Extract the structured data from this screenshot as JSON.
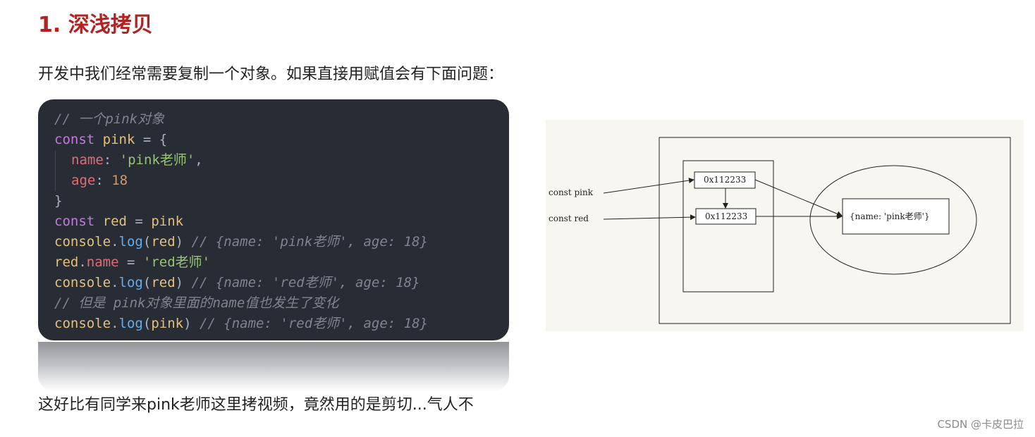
{
  "heading": "1. 深浅拷贝",
  "intro": "开发中我们经常需要复制一个对象。如果直接用赋值会有下面问题：",
  "outro": "这好比有同学来pink老师这里拷视频，竟然用的是剪切...气人不",
  "watermark": "CSDN @卡皮巴拉",
  "code": {
    "l1_comment": "// 一个pink对象",
    "l2_kw": "const",
    "l2_var": "pink",
    "l2_rest": " = {",
    "l3_prop": "name",
    "l3_colon": ": ",
    "l3_str": "'pink老师'",
    "l3_comma": ",",
    "l4_prop": "age",
    "l4_colon": ": ",
    "l4_num": "18",
    "l5_close": "}",
    "l6_kw": "const",
    "l6_var": "red",
    "l6_eq": " = ",
    "l6_val": "pink",
    "l7_obj": "console",
    "l7_dot": ".",
    "l7_fn": "log",
    "l7_open": "(",
    "l7_arg": "red",
    "l7_close": ")",
    "l7_comment": "// {name: 'pink老师', age: 18}",
    "l8_obj": "red",
    "l8_dot": ".",
    "l8_prop": "name",
    "l8_eq": " = ",
    "l8_str": "'red老师'",
    "l9_obj": "console",
    "l9_dot": ".",
    "l9_fn": "log",
    "l9_open": "(",
    "l9_arg": "red",
    "l9_close": ")",
    "l9_comment": "// {name: 'red老师', age: 18}",
    "l10_comment": "// 但是 pink对象里面的name值也发生了变化",
    "l11_obj": "console",
    "l11_dot": ".",
    "l11_fn": "log",
    "l11_open": "(",
    "l11_arg": "pink",
    "l11_close": ")",
    "l11_comment": "// {name: 'red老师', age: 18}"
  },
  "diagram": {
    "label_pink": "const pink",
    "label_red": "const red",
    "addr1": "0x112233",
    "addr2": "0x112233",
    "object_text": "{name: 'pink老师'}"
  }
}
